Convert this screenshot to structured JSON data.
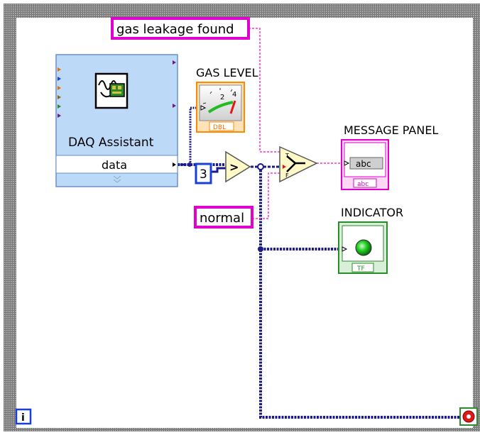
{
  "constants": {
    "leak_message": "gas leakage found",
    "normal_message": "normal",
    "threshold": "3"
  },
  "daq": {
    "title": "DAQ Assistant",
    "output_label": "data"
  },
  "indicators": {
    "gas_level": "GAS LEVEL",
    "gas_level_type": "DBL",
    "message_panel": "MESSAGE PANEL",
    "message_display": "abc",
    "message_type": "abc",
    "indicator": "INDICATOR",
    "indicator_type": "TF"
  },
  "nodes": {
    "comparator_symbol": ">",
    "loop_iteration": "i"
  },
  "colors": {
    "while_loop_border": "#7a7a7a",
    "string_wire": "#ff33cc",
    "numeric_wire": "#1a1a8c",
    "boolean_wire": "#1a1a8c",
    "string_constant_border": "#e000d0",
    "numeric_constant_border": "#1a3fd6",
    "express_vi_fill": "#bcd9f7",
    "indicator_numeric": "#ff8a00",
    "indicator_boolean": "#2c8a2c",
    "led_on": "#22cc22",
    "stop_red": "#e01818"
  }
}
